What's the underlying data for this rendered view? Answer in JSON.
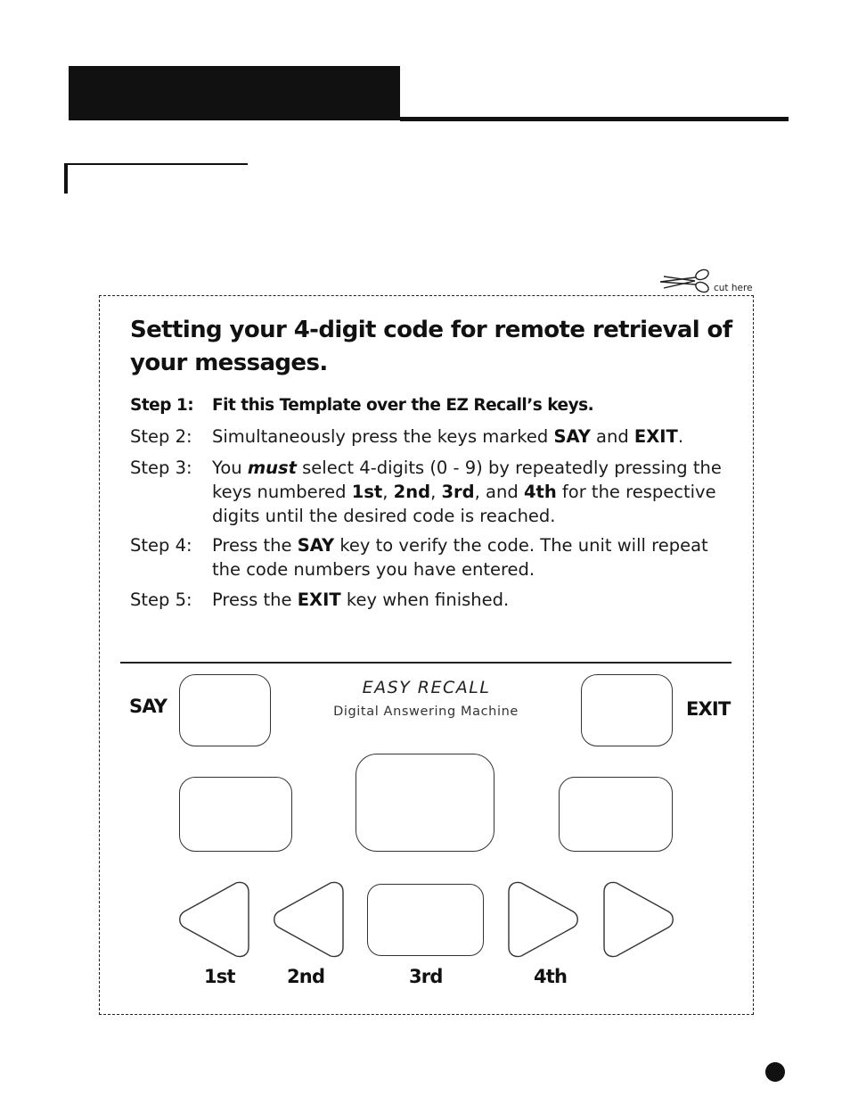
{
  "cut_label": "cut here",
  "template": {
    "title": "Setting your 4-digit code for remote retrieval of your messages."
  },
  "steps": [
    {
      "label": "Step 1:",
      "parts": [
        {
          "text": "Fit this Template over the EZ Recall’s keys.",
          "style": "normal"
        }
      ]
    },
    {
      "label": "Step 2:",
      "parts": [
        {
          "text": "Simultaneously press the keys marked ",
          "style": "normal"
        },
        {
          "text": "SAY",
          "style": "bold"
        },
        {
          "text": " and ",
          "style": "normal"
        },
        {
          "text": "EXIT",
          "style": "bold"
        },
        {
          "text": ".",
          "style": "normal"
        }
      ]
    },
    {
      "label": "Step 3:",
      "parts": [
        {
          "text": "You ",
          "style": "normal"
        },
        {
          "text": "must",
          "style": "bolditalic"
        },
        {
          "text": " select 4-digits (0 - 9) by repeatedly pressing the keys numbered ",
          "style": "normal"
        },
        {
          "text": "1st",
          "style": "bold"
        },
        {
          "text": ", ",
          "style": "normal"
        },
        {
          "text": "2nd",
          "style": "bold"
        },
        {
          "text": ", ",
          "style": "normal"
        },
        {
          "text": "3rd",
          "style": "bold"
        },
        {
          "text": ", and ",
          "style": "normal"
        },
        {
          "text": "4th",
          "style": "bold"
        },
        {
          "text": " for the respective digits until the desired code is reached.",
          "style": "normal"
        }
      ]
    },
    {
      "label": "Step 4:",
      "parts": [
        {
          "text": "Press the ",
          "style": "normal"
        },
        {
          "text": "SAY",
          "style": "bold"
        },
        {
          "text": " key to verify the code. The unit will repeat the code numbers you have entered.",
          "style": "normal"
        }
      ]
    },
    {
      "label": "Step 5:",
      "parts": [
        {
          "text": "Press the ",
          "style": "normal"
        },
        {
          "text": "EXIT",
          "style": "bold"
        },
        {
          "text": " key when finished.",
          "style": "normal"
        }
      ]
    }
  ],
  "keypad": {
    "say_label": "SAY",
    "exit_label": "EXIT",
    "brand_name": "EASY RECALL",
    "brand_subtitle": "Digital Answering Machine",
    "first_label": "1st",
    "second_label": "2nd",
    "third_label": "3rd",
    "fourth_label": "4th"
  }
}
